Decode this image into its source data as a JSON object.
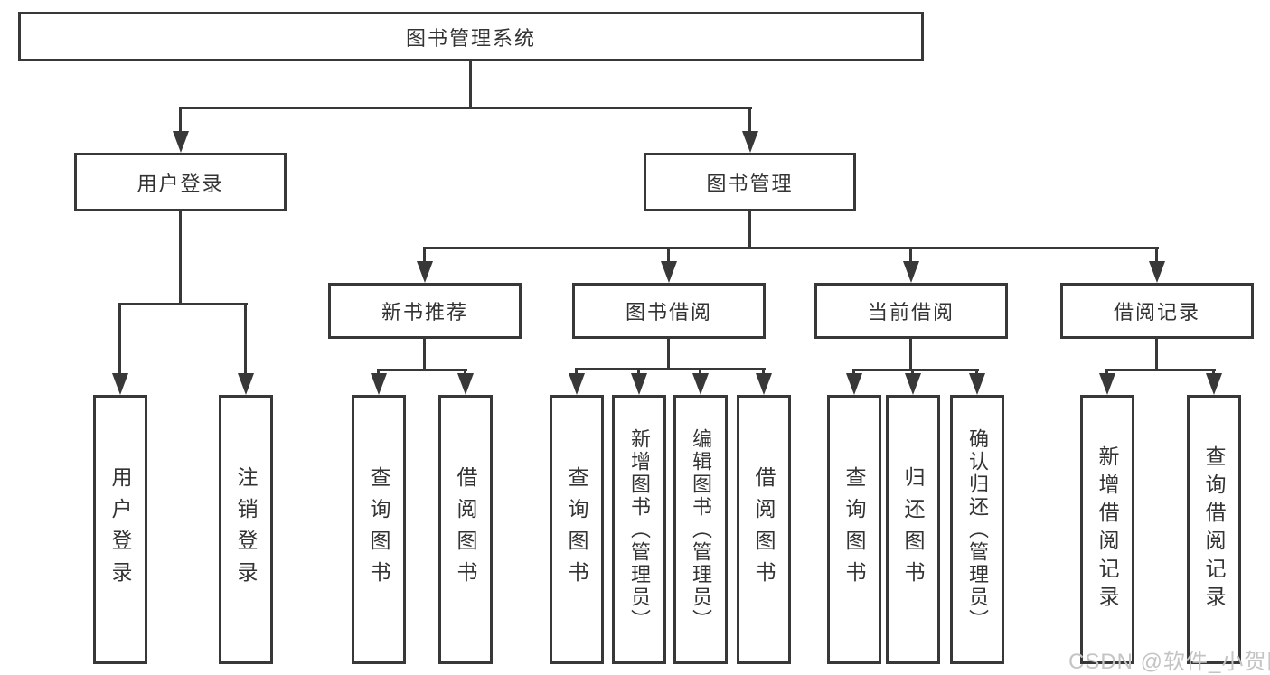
{
  "diagram": {
    "root": {
      "label": "图书管理系统"
    },
    "level2": [
      {
        "label": "用户登录"
      },
      {
        "label": "图书管理"
      }
    ],
    "level3": [
      {
        "label": "新书推荐"
      },
      {
        "label": "图书借阅"
      },
      {
        "label": "当前借阅"
      },
      {
        "label": "借阅记录"
      }
    ],
    "leaves": {
      "user_login": [
        "用户登录",
        "注销登录"
      ],
      "new_book": [
        "查询图书",
        "借阅图书"
      ],
      "borrow": [
        "查询图书",
        "新增图书（管理员）",
        "编辑图书（管理员）",
        "借阅图书"
      ],
      "current": [
        "查询图书",
        "归还图书",
        "确认归还（管理员）"
      ],
      "records": [
        "新增借阅记录",
        "查询借阅记录"
      ]
    },
    "colors": {
      "line": "#383838",
      "text": "#333333",
      "background": "#ffffff",
      "watermark": "#c4c4c4"
    }
  },
  "watermark": {
    "text": "CSDN @软件_小贺同学"
  }
}
